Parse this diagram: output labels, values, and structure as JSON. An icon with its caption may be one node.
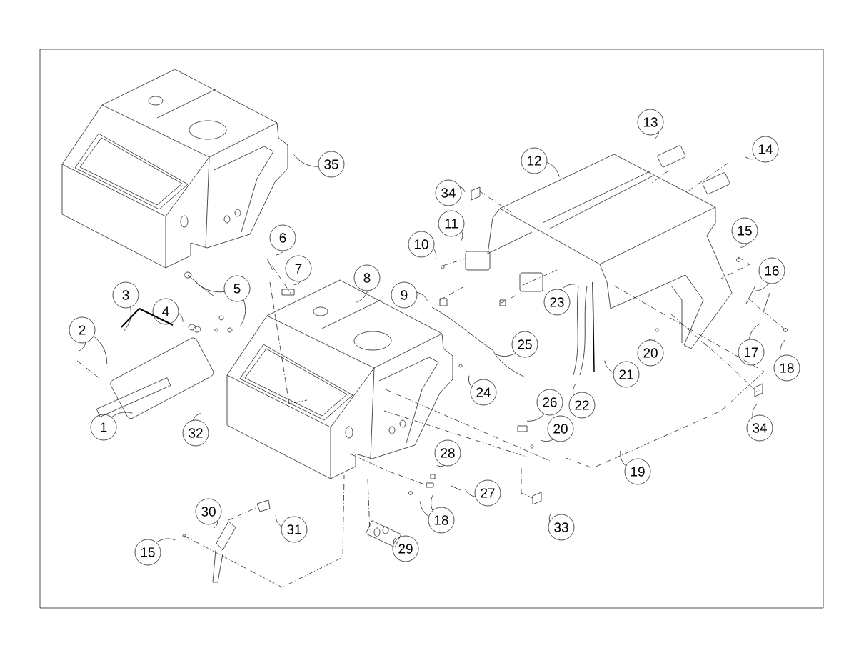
{
  "diagram": {
    "nodes": [
      {
        "text": [
          "35"
        ]
      },
      {
        "text": [
          "13"
        ]
      },
      {
        "text": [
          "14"
        ]
      },
      {
        "text": [
          "12"
        ]
      },
      {
        "text": [
          "34"
        ]
      },
      {
        "text": [
          "6"
        ]
      },
      {
        "text": [
          "11"
        ]
      },
      {
        "text": [
          "10"
        ]
      },
      {
        "text": [
          "15"
        ]
      },
      {
        "text": [
          "7"
        ]
      },
      {
        "text": [
          "5"
        ]
      },
      {
        "text": [
          "3"
        ]
      },
      {
        "text": [
          "4"
        ]
      },
      {
        "text": [
          "8"
        ]
      },
      {
        "text": [
          "9"
        ]
      },
      {
        "text": [
          "16"
        ]
      },
      {
        "text": [
          "23"
        ]
      },
      {
        "text": [
          "2"
        ]
      },
      {
        "text": [
          "25"
        ]
      },
      {
        "text": [
          "21"
        ]
      },
      {
        "text": [
          "20"
        ]
      },
      {
        "text": [
          "17"
        ]
      },
      {
        "text": [
          "18"
        ]
      },
      {
        "text": [
          "24"
        ]
      },
      {
        "text": [
          "26"
        ]
      },
      {
        "text": [
          "22"
        ]
      },
      {
        "text": [
          "1"
        ]
      },
      {
        "text": [
          "32"
        ]
      },
      {
        "text": [
          "20"
        ]
      },
      {
        "text": [
          "34"
        ]
      },
      {
        "text": [
          "28"
        ]
      },
      {
        "text": [
          "19"
        ]
      },
      {
        "text": [
          "27"
        ]
      },
      {
        "text": [
          "18"
        ]
      },
      {
        "text": [
          "33"
        ]
      },
      {
        "text": [
          "30"
        ]
      },
      {
        "text": [
          "31"
        ]
      },
      {
        "text": [
          "15"
        ]
      },
      {
        "text": [
          "29"
        ]
      }
    ],
    "edges": [
      {
        "from": 0,
        "to": null,
        "arrow": "none"
      },
      {
        "from": 1,
        "to": null,
        "arrow": "none"
      },
      {
        "from": 2,
        "to": null,
        "arrow": "none"
      },
      {
        "from": 3,
        "to": null,
        "arrow": "none"
      },
      {
        "from": 4,
        "to": null,
        "arrow": "none"
      },
      {
        "from": 5,
        "to": null,
        "arrow": "none"
      },
      {
        "from": 6,
        "to": null,
        "arrow": "none"
      },
      {
        "from": 7,
        "to": null,
        "arrow": "none"
      },
      {
        "from": 8,
        "to": null,
        "arrow": "none"
      },
      {
        "from": 9,
        "to": null,
        "arrow": "none"
      },
      {
        "from": 10,
        "to": null,
        "arrow": "none"
      },
      {
        "from": 10,
        "to": null,
        "arrow": "none"
      },
      {
        "from": 11,
        "to": null,
        "arrow": "none"
      },
      {
        "from": 12,
        "to": null,
        "arrow": "none"
      },
      {
        "from": 13,
        "to": null,
        "arrow": "none"
      },
      {
        "from": 14,
        "to": null,
        "arrow": "none"
      },
      {
        "from": 15,
        "to": null,
        "arrow": "none"
      },
      {
        "from": 16,
        "to": null,
        "arrow": "none"
      },
      {
        "from": 17,
        "to": null,
        "arrow": "none"
      },
      {
        "from": 17,
        "to": null,
        "arrow": "none"
      },
      {
        "from": 18,
        "to": null,
        "arrow": "none"
      },
      {
        "from": 19,
        "to": null,
        "arrow": "none"
      },
      {
        "from": 20,
        "to": null,
        "arrow": "none"
      },
      {
        "from": 21,
        "to": null,
        "arrow": "none"
      },
      {
        "from": 22,
        "to": null,
        "arrow": "none"
      },
      {
        "from": 23,
        "to": null,
        "arrow": "none"
      },
      {
        "from": 24,
        "to": null,
        "arrow": "none"
      },
      {
        "from": 25,
        "to": null,
        "arrow": "none"
      },
      {
        "from": 26,
        "to": null,
        "arrow": "none"
      },
      {
        "from": 27,
        "to": null,
        "arrow": "none"
      },
      {
        "from": 28,
        "to": null,
        "arrow": "none"
      },
      {
        "from": 29,
        "to": null,
        "arrow": "none"
      },
      {
        "from": 30,
        "to": null,
        "arrow": "none"
      },
      {
        "from": 31,
        "to": null,
        "arrow": "none"
      },
      {
        "from": 32,
        "to": null,
        "arrow": "none"
      },
      {
        "from": 33,
        "to": null,
        "arrow": "none"
      },
      {
        "from": 33,
        "to": null,
        "arrow": "none"
      },
      {
        "from": 34,
        "to": null,
        "arrow": "none"
      },
      {
        "from": 35,
        "to": null,
        "arrow": "none"
      },
      {
        "from": 36,
        "to": null,
        "arrow": "none"
      },
      {
        "from": 37,
        "to": null,
        "arrow": "none"
      },
      {
        "from": 38,
        "to": null,
        "arrow": "none"
      }
    ]
  }
}
